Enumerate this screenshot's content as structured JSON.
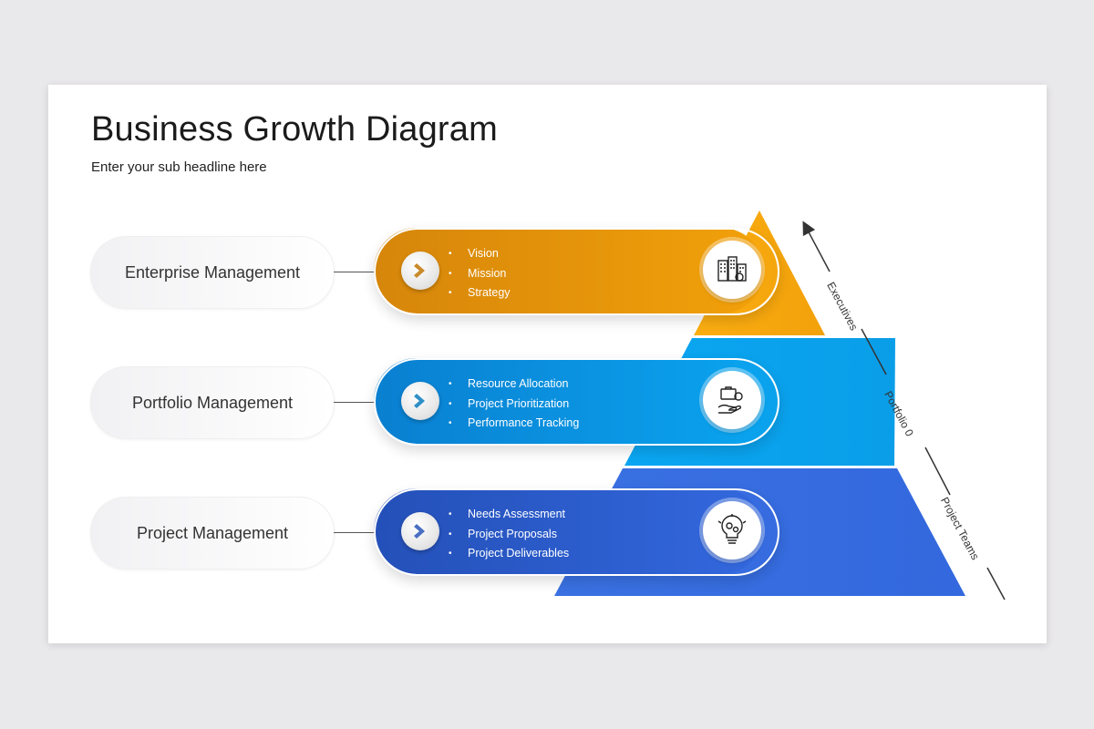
{
  "header": {
    "title": "Business Growth Diagram",
    "subtitle": "Enter your sub headline here"
  },
  "levels": [
    {
      "label": "Enterprise Management",
      "bullets": [
        "Vision",
        "Mission",
        "Strategy"
      ],
      "icon": "buildings-gear-icon",
      "color": "#f2a10a"
    },
    {
      "label": "Portfolio Management",
      "bullets": [
        "Resource Allocation",
        "Project Prioritization",
        "Performance Tracking"
      ],
      "icon": "briefcase-hand-gear-icon",
      "color": "#0aa4ef"
    },
    {
      "label": "Project Management",
      "bullets": [
        "Needs Assessment",
        "Project Proposals",
        "Project Deliverables"
      ],
      "icon": "lightbulb-gears-icon",
      "color": "#3368de"
    }
  ],
  "axis": {
    "labels": [
      "Executives",
      "Portfolio 0",
      "Project Teams"
    ]
  }
}
